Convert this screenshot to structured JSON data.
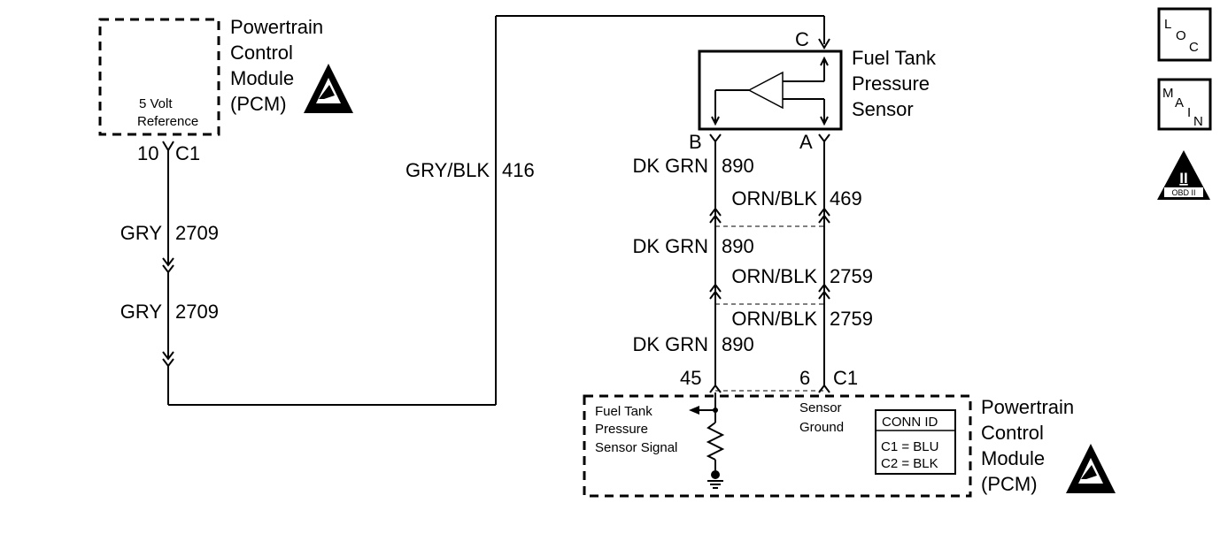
{
  "pcm_top": {
    "name_lines": [
      "Powertrain",
      "Control",
      "Module",
      "(PCM)"
    ],
    "circuit_lines": [
      "5 Volt",
      "Reference"
    ],
    "pin": "10",
    "connector": "C1"
  },
  "sensor": {
    "name_lines": [
      "Fuel Tank",
      "Pressure",
      "Sensor"
    ],
    "terminal_c": "C",
    "terminal_b": "B",
    "terminal_a": "A"
  },
  "wires": {
    "ref_long": {
      "color": "GRY/BLK",
      "circuit": "416"
    },
    "ref_upper": {
      "color": "GRY",
      "circuit": "2709"
    },
    "ref_lower": {
      "color": "GRY",
      "circuit": "2709"
    },
    "signal_1": {
      "color": "DK GRN",
      "circuit": "890"
    },
    "signal_2": {
      "color": "DK GRN",
      "circuit": "890"
    },
    "signal_3": {
      "color": "DK GRN",
      "circuit": "890"
    },
    "ground_1": {
      "color": "ORN/BLK",
      "circuit": "469"
    },
    "ground_2": {
      "color": "ORN/BLK",
      "circuit": "2759"
    },
    "ground_3": {
      "color": "ORN/BLK",
      "circuit": "2759"
    }
  },
  "pcm_bottom": {
    "name_lines": [
      "Powertrain",
      "Control",
      "Module",
      "(PCM)"
    ],
    "signal_pin": "45",
    "ground_pin": "6",
    "connector": "C1",
    "signal_label_lines": [
      "Fuel Tank",
      "Pressure",
      "Sensor Signal"
    ],
    "ground_label_lines": [
      "Sensor",
      "Ground"
    ],
    "conn_id": {
      "title": "CONN ID",
      "rows": [
        "C1 = BLU",
        "C2 = BLK"
      ]
    }
  },
  "side_icons": {
    "loc": [
      "L",
      "O",
      "C"
    ],
    "main": [
      "M",
      "A",
      "I",
      "N"
    ],
    "obd_numeral": "II",
    "obd_label": "OBD II"
  }
}
